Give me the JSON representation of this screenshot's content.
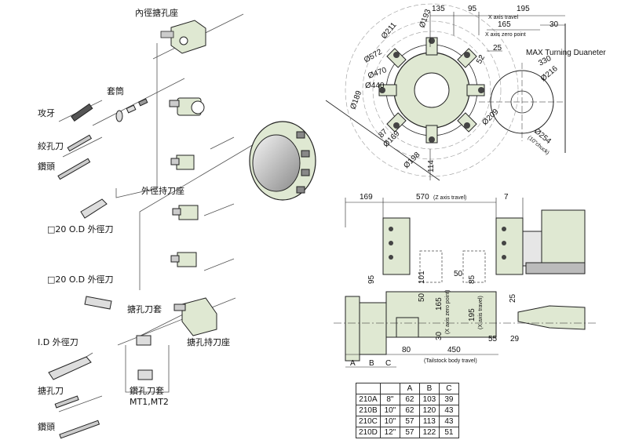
{
  "colors": {
    "body_fill": "#dfe8d2",
    "line": "#222222",
    "hole": "#ffffff",
    "dark": "#444444"
  },
  "left_labels": {
    "id_holder_seat": "內徑搪孔座",
    "sleeve": "套筒",
    "tap": "攻牙",
    "reamer": "絞孔刀",
    "drill": "鑽頭",
    "od_holder_seat": "外徑持刀座",
    "od_tool_1": "□20 O.D 外徑刀",
    "od_tool_2": "□20 O.D 外徑刀",
    "boring_sleeve": "搪孔刀套",
    "boring_holder_seat": "搪孔持刀座",
    "id_od_tool": "I.D 外徑刀",
    "boring_tool": "搪孔刀",
    "drill_sleeve": "鑽孔刀套",
    "mt": "MT1,MT2",
    "drill_2": "鑽頭"
  },
  "top_dims": {
    "d135": "135",
    "d95": "95",
    "d195": "195",
    "d165": "165",
    "d30": "30",
    "d25": "25",
    "d330": "330",
    "x_travel": "X axis travel",
    "x_zero": "X axis zero point",
    "max_turning": "MAX Turning Duaneter",
    "phi211": "Ø211",
    "phi193": "Ø193",
    "phi572": "Ø572",
    "phi470": "Ø470",
    "phi440": "Ø440",
    "phi189": "Ø189",
    "phi169": "Ø169",
    "phi198": "Ø198",
    "phi216": "Ø216",
    "phi209": "Ø209",
    "phi254": "Ø254",
    "chuck10": "(10\"chuck)",
    "d87": "87",
    "d114": "114",
    "d52": "52"
  },
  "bottom_dims": {
    "d169": "169",
    "d570": "570",
    "z_travel": "(Z axis travel)",
    "d7": "7",
    "d95": "95",
    "d101": "101",
    "d50a": "50",
    "d50b": "50",
    "d85": "85",
    "d165": "165",
    "d195": "195",
    "x_zero": "(X axis zero point)",
    "x_travel": "(X axis travel)",
    "d25": "25",
    "d30": "30",
    "d80": "80",
    "d450": "450",
    "d55": "55",
    "d29": "29",
    "tailstock": "(Tailstock body travel)",
    "A": "A",
    "B": "B",
    "C": "C"
  },
  "spec_table": {
    "headers": [
      "",
      "",
      "A",
      "B",
      "C"
    ],
    "rows": [
      [
        "210A",
        "8\"",
        "62",
        "103",
        "39"
      ],
      [
        "210B",
        "10\"",
        "62",
        "120",
        "43"
      ],
      [
        "210C",
        "10\"",
        "57",
        "113",
        "43"
      ],
      [
        "210D",
        "12\"",
        "57",
        "122",
        "51"
      ]
    ]
  }
}
